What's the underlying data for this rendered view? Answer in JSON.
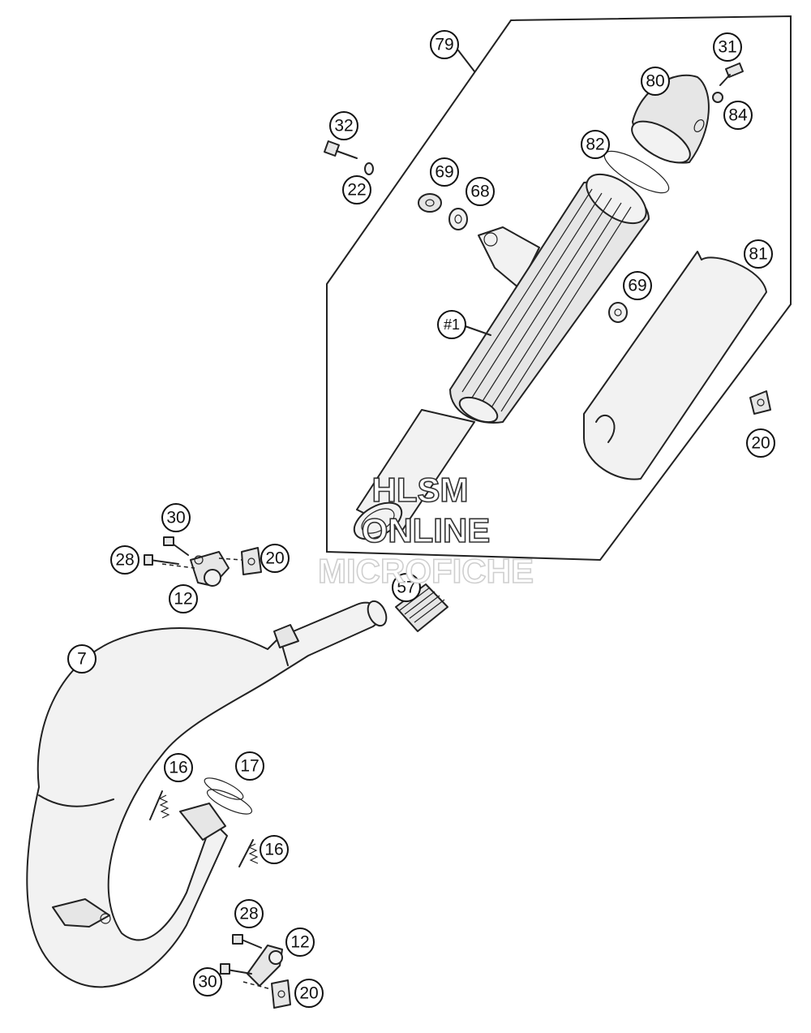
{
  "callouts": [
    {
      "id": "79",
      "label": "79"
    },
    {
      "id": "31",
      "label": "31"
    },
    {
      "id": "80",
      "label": "80"
    },
    {
      "id": "84",
      "label": "84"
    },
    {
      "id": "32",
      "label": "32"
    },
    {
      "id": "82",
      "label": "82"
    },
    {
      "id": "22",
      "label": "22"
    },
    {
      "id": "69a",
      "label": "69"
    },
    {
      "id": "68",
      "label": "68"
    },
    {
      "id": "81",
      "label": "81"
    },
    {
      "id": "69b",
      "label": "69"
    },
    {
      "id": "1",
      "label": "#1"
    },
    {
      "id": "20a",
      "label": "20"
    },
    {
      "id": "30a",
      "label": "30"
    },
    {
      "id": "28a",
      "label": "28"
    },
    {
      "id": "20b",
      "label": "20"
    },
    {
      "id": "12a",
      "label": "12"
    },
    {
      "id": "57",
      "label": "57"
    },
    {
      "id": "7",
      "label": "7"
    },
    {
      "id": "16a",
      "label": "16"
    },
    {
      "id": "17",
      "label": "17"
    },
    {
      "id": "16b",
      "label": "16"
    },
    {
      "id": "28b",
      "label": "28"
    },
    {
      "id": "12b",
      "label": "12"
    },
    {
      "id": "30b",
      "label": "30"
    },
    {
      "id": "20c",
      "label": "20"
    }
  ],
  "watermark": {
    "line1": "HLSM",
    "line2": "ONLINE",
    "line3": "MICROFICHE"
  }
}
